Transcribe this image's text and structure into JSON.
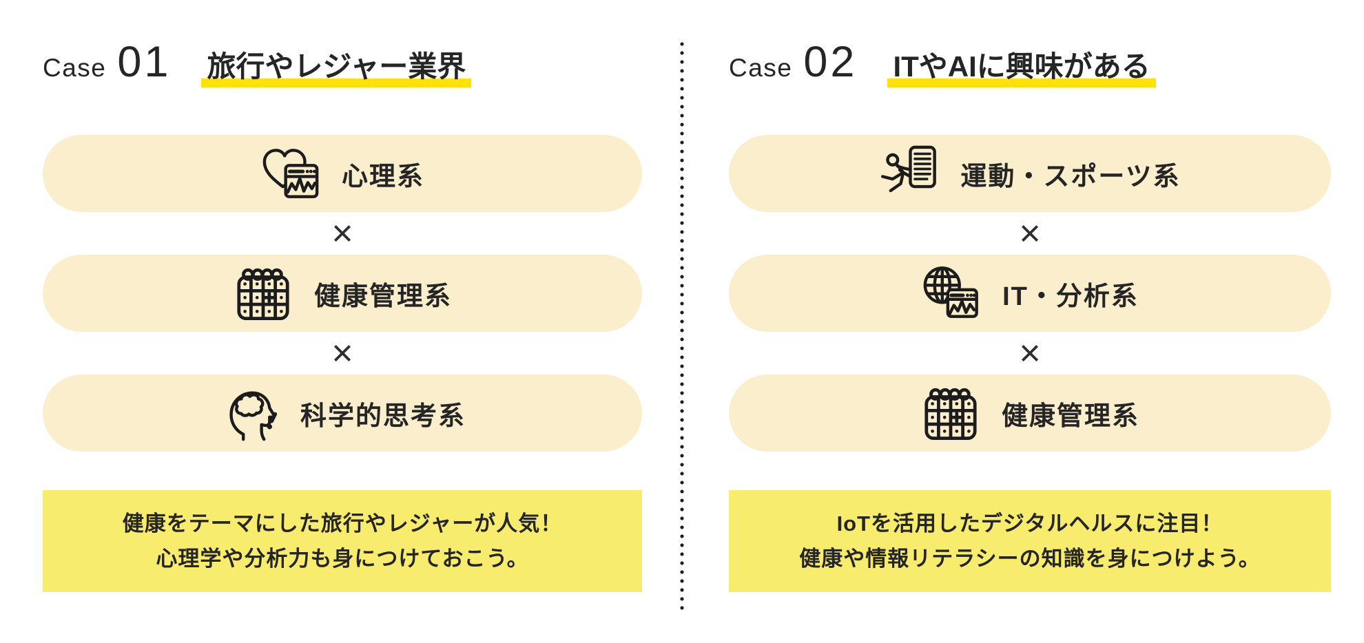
{
  "theme": {
    "background": "#ffffff",
    "pill_bg": "#FAEECD",
    "note_bg": "#F8EC6E",
    "title_highlight": "#FFE20C",
    "text_color": "#252525"
  },
  "divider": {
    "type": "vertical-dotted-line",
    "color": "#1c1c1c"
  },
  "cases": [
    {
      "label": "Case",
      "number": "01",
      "title": "旅行やレジャー業界",
      "separator": "×",
      "items": [
        {
          "icon": "heart-monitor-icon",
          "label": "心理系"
        },
        {
          "icon": "calendar-icon",
          "label": "健康管理系"
        },
        {
          "icon": "brain-head-icon",
          "label": "科学的思考系"
        }
      ],
      "note_lines": [
        "健康をテーマにした旅行やレジャーが人気！",
        "心理学や分析力も身につけておこう。"
      ]
    },
    {
      "label": "Case",
      "number": "02",
      "title": "ITやAIに興味がある",
      "separator": "×",
      "items": [
        {
          "icon": "running-sports-icon",
          "label": "運動・スポーツ系"
        },
        {
          "icon": "globe-analytics-icon",
          "label": "IT・分析系"
        },
        {
          "icon": "calendar-icon",
          "label": "健康管理系"
        }
      ],
      "note_lines": [
        "IoTを活用したデジタルヘルスに注目！",
        "健康や情報リテラシーの知識を身につけよう。"
      ]
    }
  ]
}
